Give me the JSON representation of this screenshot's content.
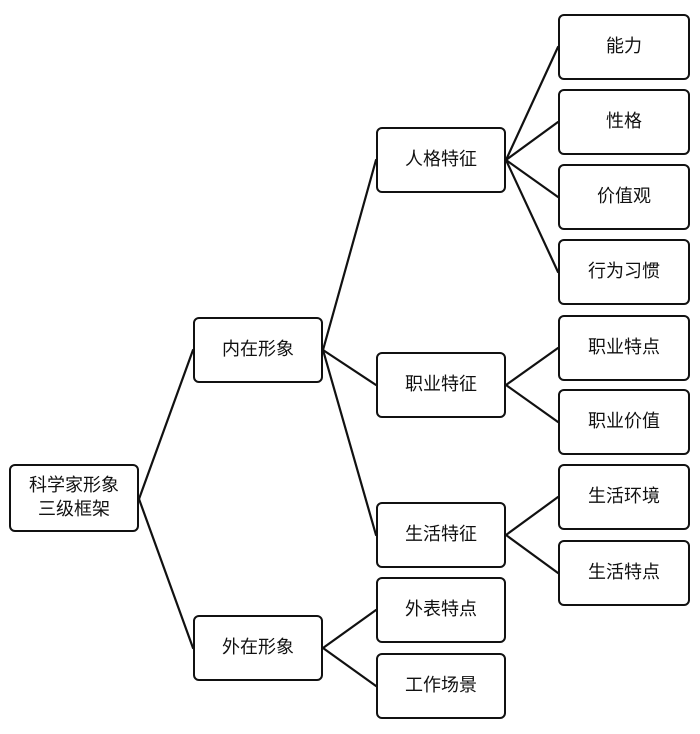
{
  "root": {
    "title": "科学家形象\n三级框架"
  },
  "level1": {
    "inner": "内在形象",
    "outer": "外在形象"
  },
  "level2": {
    "personality": "人格特征",
    "career": "职业特征",
    "life": "生活特征",
    "appearance": "外表特点",
    "work_scene": "工作场景"
  },
  "level3": {
    "ability": "能力",
    "character": "性格",
    "values": "价值观",
    "habits": "行为习惯",
    "career_traits": "职业特点",
    "career_value": "职业价值",
    "life_env": "生活环境",
    "life_traits": "生活特点"
  }
}
